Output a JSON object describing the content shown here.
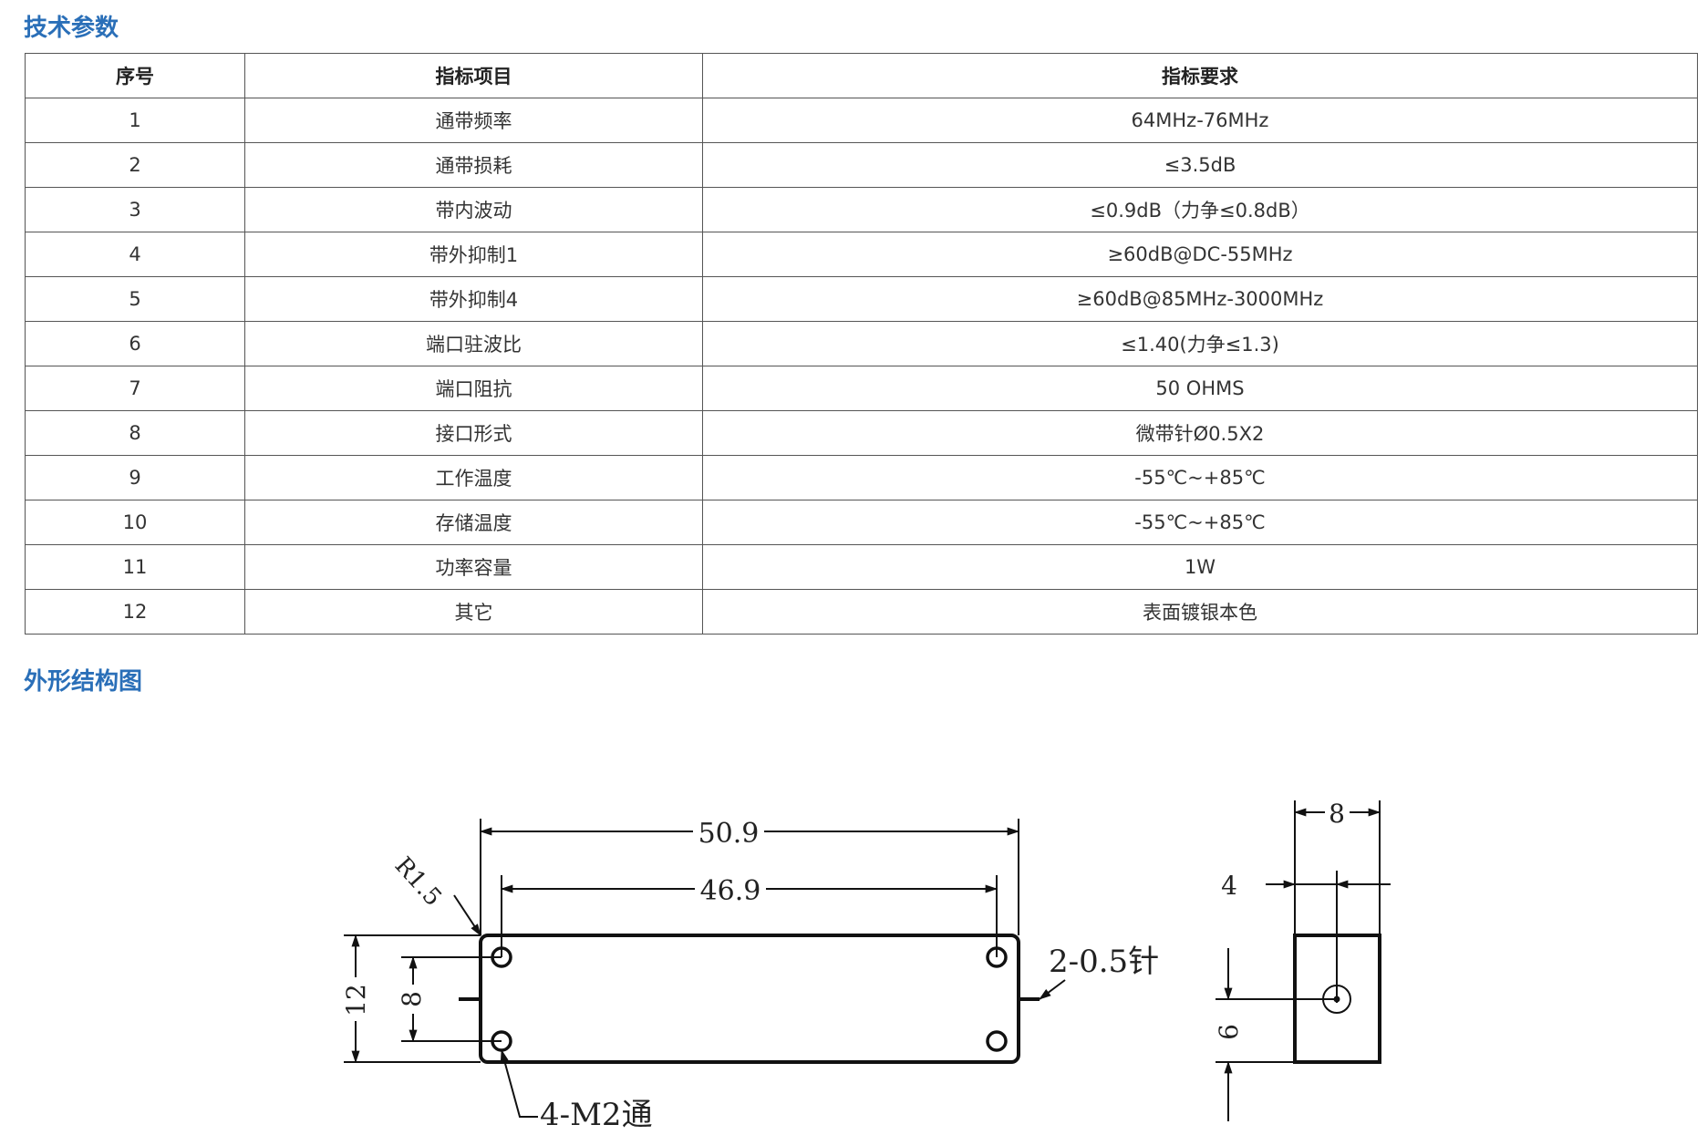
{
  "sections": {
    "params_title": "技术参数",
    "drawing_title": "外形结构图"
  },
  "table": {
    "headers": [
      "序号",
      "指标项目",
      "指标要求"
    ],
    "rows": [
      [
        "1",
        "通带频率",
        "64MHz-76MHz"
      ],
      [
        "2",
        "通带损耗",
        "≤3.5dB"
      ],
      [
        "3",
        "带内波动",
        "≤0.9dB（力争≤0.8dB）"
      ],
      [
        "4",
        "带外抑制1",
        "≥60dB@DC-55MHz"
      ],
      [
        "5",
        "带外抑制4",
        "≥60dB@85MHz-3000MHz"
      ],
      [
        "6",
        "端口驻波比",
        "≤1.40(力争≤1.3)"
      ],
      [
        "7",
        "端口阻抗",
        "50 OHMS"
      ],
      [
        "8",
        "接口形式",
        "微带针Ø0.5X2"
      ],
      [
        "9",
        "工作温度",
        "-55℃~+85℃"
      ],
      [
        "10",
        "存储温度",
        "-55℃~+85℃"
      ],
      [
        "11",
        "功率容量",
        "1W"
      ],
      [
        "12",
        "其它",
        "表面镀银本色"
      ]
    ]
  },
  "drawing": {
    "dim_overall_length": "50.9",
    "dim_hole_spacing_length": "46.9",
    "dim_corner_radius": "R1.5",
    "dim_height": "12",
    "dim_hole_spacing_height": "8",
    "dim_pin": "2-0.5针",
    "dim_holes": "4-M2通",
    "dim_side_width": "8",
    "dim_pin_offset_x": "4",
    "dim_pin_offset_y": "6"
  }
}
